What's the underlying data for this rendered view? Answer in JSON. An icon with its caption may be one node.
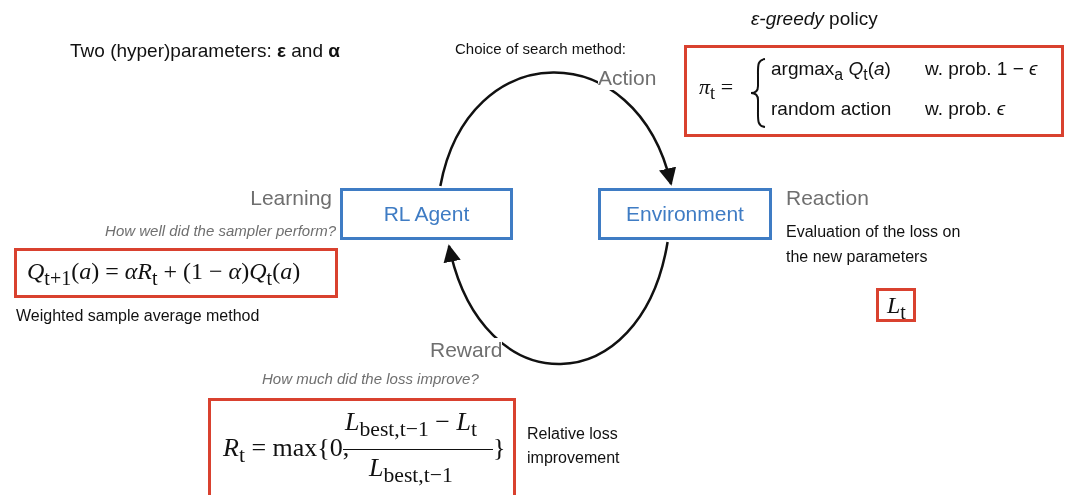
{
  "diagram": {
    "nodes": [
      {
        "text": [
          "RL Agent"
        ]
      },
      {
        "text": [
          "Environment"
        ]
      },
      {
        "text": [
          "*ε-greedy* policy",
          "*π*$_{t}$ =",
          "argmax$_{a}$ *Q*$_{t}$(*a*)",
          "w. prob. 1 − *ϵ*",
          "random action",
          "w. prob. *ϵ*"
        ]
      },
      {
        "text": [
          "*Q*$_{t+1}$(*a*) = *αR*$_{t}$ + (1 − *α*)*Q*$_{t}$(*a*)"
        ],
        "beside": [
          "Weighted sample average method"
        ]
      },
      {
        "text": [
          "*L*$_{t}$"
        ]
      },
      {
        "text": [
          "*R*$_{t}$ = max{0,",
          "*L*$_{best,t−1}$ − *L*$_{t}$",
          "*L*$_{best,t−1}$",
          "}"
        ],
        "beside": [
          "Relative loss improvement"
        ]
      }
    ],
    "edges": [
      {
        "from": 0,
        "to": 1,
        "arrow": "to",
        "label": "Action"
      },
      {
        "from": 1,
        "to": 0,
        "arrow": "to",
        "label": "Reward"
      }
    ],
    "labels": [
      "Two (hyper)parameters: **ε** and **α**",
      "Choice of search method:",
      "Learning",
      "How well did the sampler perform?",
      "Reaction",
      "Evaluation of the loss on the new parameters",
      "How much did the loss improve?"
    ]
  }
}
